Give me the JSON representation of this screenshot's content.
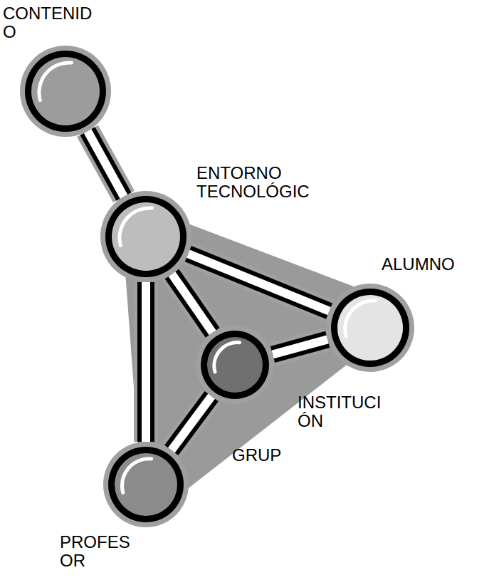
{
  "diagram": {
    "nodes": [
      {
        "text": [
          "CONTENID O"
        ]
      },
      {
        "text": [
          "ENTORNO TECNOLÓGIC"
        ]
      },
      {
        "text": [
          "ALUMNO"
        ]
      },
      {
        "text": [
          "INSTITUCI ÓN",
          "GRUP"
        ]
      },
      {
        "text": [
          "PROFES OR"
        ]
      }
    ],
    "edges": [
      {
        "from": 0,
        "to": 1,
        "arrow": "none"
      },
      {
        "from": 1,
        "to": 2,
        "arrow": "none"
      },
      {
        "from": 1,
        "to": 4,
        "arrow": "none"
      },
      {
        "from": 1,
        "to": 3,
        "arrow": "none"
      },
      {
        "from": 3,
        "to": 2,
        "arrow": "none"
      },
      {
        "from": 3,
        "to": 4,
        "arrow": "none"
      }
    ]
  }
}
